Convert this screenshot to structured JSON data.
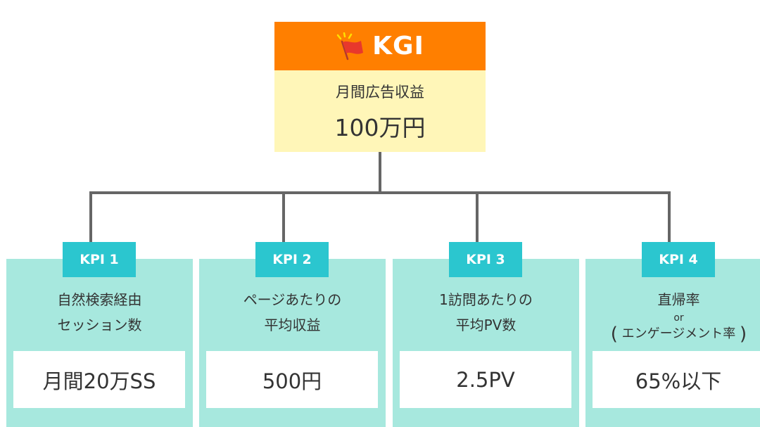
{
  "kgi": {
    "title": "KGI",
    "label": "月間広告収益",
    "value": "100万円"
  },
  "kpis": [
    {
      "tag": "KPI 1",
      "metric_line1": "自然検索経由",
      "metric_line2": "セッション数",
      "target": "月間20万SS"
    },
    {
      "tag": "KPI 2",
      "metric_line1": "ページあたりの",
      "metric_line2": "平均収益",
      "target": "500円"
    },
    {
      "tag": "KPI 3",
      "metric_line1": "1訪問あたりの",
      "metric_line2": "平均PV数",
      "target": "2.5PV"
    },
    {
      "tag": "KPI 4",
      "metric_line1": "直帰率",
      "metric_or": "or",
      "metric_alt": "エンゲージメント率",
      "target": "65%以下"
    }
  ],
  "colors": {
    "kgi_header": "#FF7F00",
    "kgi_body": "#FFF6B8",
    "kpi_card": "#A7E8DE",
    "kpi_tag": "#2BC6CF",
    "connector": "#666666"
  },
  "icons": {
    "kgi": "flag-icon"
  }
}
